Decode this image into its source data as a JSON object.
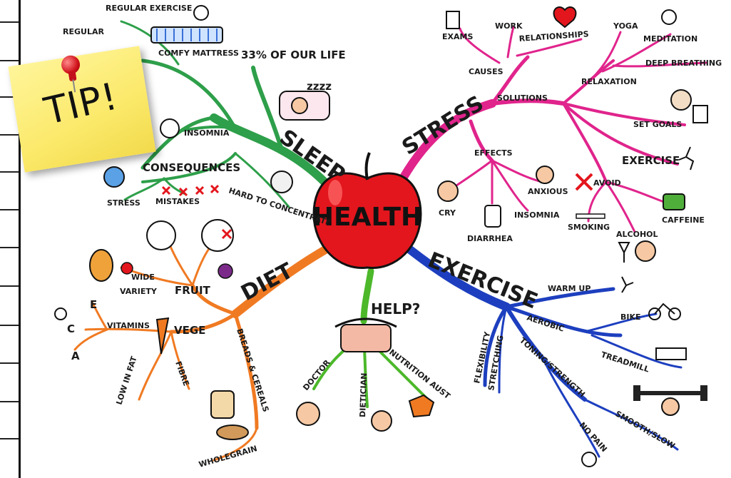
{
  "center": {
    "title": "HEALTH",
    "color": "#e3161d"
  },
  "colors": {
    "sleep": "#2e9f4a",
    "stress": "#e0248c",
    "exercise": "#1d3fbf",
    "diet": "#f07a22",
    "help": "#4cb82a"
  },
  "tip_note": {
    "text": "TIP!"
  },
  "branches": {
    "sleep": {
      "label": "SLEEP",
      "stat": "33% OF OUR LIFE",
      "zzz": "zzzz",
      "items": {
        "regular_exercise_1": "REGULAR EXERCISE",
        "regular_exercise_2": "REGULAR",
        "mattress": "COMFY MATTRESS",
        "insomnia": "INSOMNIA",
        "consequences": "CONSEQUENCES",
        "stress": "STRESS",
        "mistakes": "MISTAKES",
        "hard_to_concentrate": "HARD TO CONCENTRATE"
      }
    },
    "stress": {
      "label": "STRESS",
      "items": {
        "exams": "EXAMS",
        "work": "WORK",
        "relationships": "RELATIONSHIPS",
        "causes": "CAUSES",
        "yoga": "YOGA",
        "meditation": "MEDITATION",
        "deep_breathing": "DEEP BREATHING",
        "relaxation": "RELAXATION",
        "solutions": "SOLUTIONS",
        "set_goals": "SET GOALS",
        "effects": "EFFECTS",
        "exercise": "EXERCISE",
        "avoid": "AVOID",
        "anxious": "ANXIOUS",
        "insomnia": "INSOMNIA",
        "cry": "CRY",
        "diarrhea": "DIARRHEA",
        "smoking": "SMOKING",
        "alcohol": "ALCOHOL",
        "caffeine": "CAFFEINE"
      }
    },
    "exercise": {
      "label": "EXERCISE",
      "items": {
        "warm_up": "WARM UP",
        "aerobic": "AEROBIC",
        "bike": "BIKE",
        "treadmill": "TREADMILL",
        "flexibility": "FLEXIBILITY",
        "stretching": "STRETCHING",
        "toning": "TONING/STRENGTH",
        "smooth_slow": "SMOOTH/SLOW",
        "no_pain": "NO PAIN"
      }
    },
    "help": {
      "label": "HELP?",
      "items": {
        "doctor": "DOCTOR",
        "dietician": "DIETICIAN",
        "nutrition": "NUTRITION AUST"
      }
    },
    "diet": {
      "label": "DIET",
      "items": {
        "fruit": "FRUIT",
        "wide": "WIDE",
        "variety": "VARIETY",
        "vege": "VEGE",
        "vitamins": "VITAMINS",
        "e": "E",
        "c": "C",
        "a": "A",
        "low_in_fat": "LOW IN FAT",
        "fibre": "FIBRE",
        "breads": "BREADS & CEREALS",
        "wholegrain": "WHOLEGRAIN"
      }
    }
  }
}
